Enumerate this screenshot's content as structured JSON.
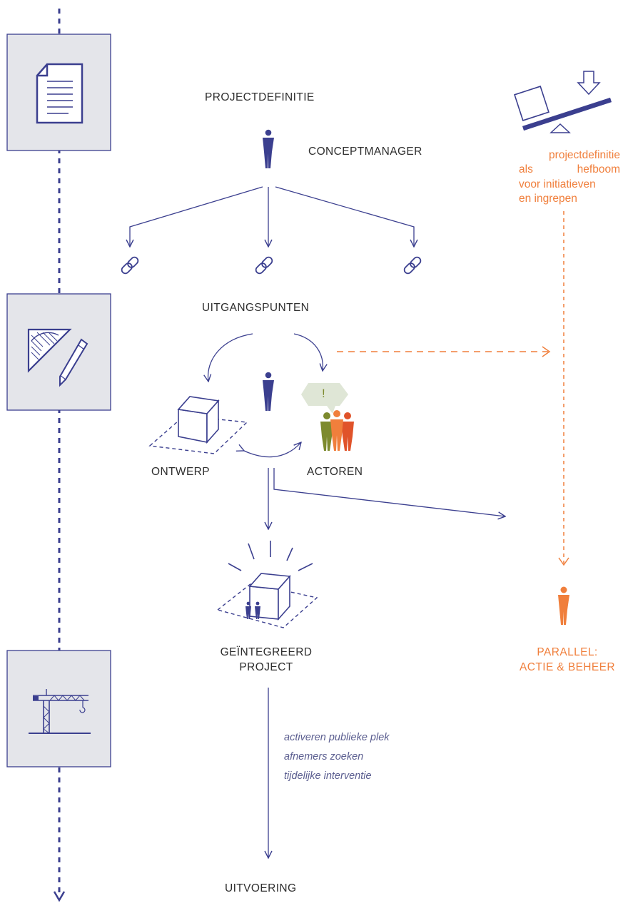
{
  "labels": {
    "projectdefinitie": "PROJECTDEFINITIE",
    "conceptmanager": "CONCEPTMANAGER",
    "uitgangspunten": "UITGANGSPUNTEN",
    "ontwerp": "ONTWERP",
    "actoren": "ACTOREN",
    "geintegreerd_line1": "GEÏNTEGREERD",
    "geintegreerd_line2": "PROJECT",
    "uitvoering": "UITVOERING",
    "parallel_line1": "PARALLEL:",
    "parallel_line2": "ACTIE & BEHEER",
    "exclamation": "!"
  },
  "lever_note": {
    "line1": "projectdefinitie",
    "line2a": "als",
    "line2b": "hefboom",
    "line3": "voor initiatieven",
    "line4": "en ingrepen"
  },
  "actions": [
    "activeren publieke plek",
    "afnemers zoeken",
    "tijdelijke interventie"
  ],
  "phase_icons": [
    "document-icon",
    "drafting-tools-icon",
    "crane-icon"
  ],
  "colors": {
    "navy": "#3b3f8f",
    "orange": "#f07f3c",
    "panel": "#e4e5ea",
    "olive": "#7d8a2e",
    "red": "#e0532a",
    "bubble": "#dfe6d6",
    "text": "#2e2e2e"
  }
}
